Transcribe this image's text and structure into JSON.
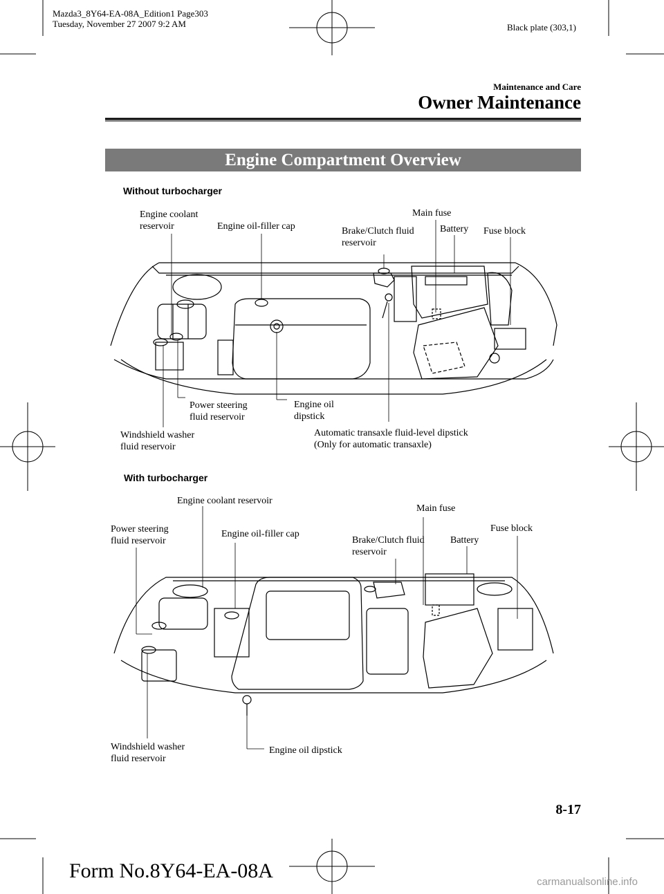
{
  "print_header": {
    "line1": "Mazda3_8Y64-EA-08A_Edition1 Page303",
    "line2": "Tuesday, November 27 2007 9:2 AM",
    "plate": "Black plate (303,1)"
  },
  "section": {
    "category": "Maintenance and Care",
    "title": "Owner Maintenance"
  },
  "banner": "Engine Compartment Overview",
  "diagram1": {
    "subtitle": "Without turbocharger",
    "labels": {
      "coolant": "Engine coolant\nreservoir",
      "oil_cap": "Engine oil-filler cap",
      "main_fuse": "Main fuse",
      "brake": "Brake/Clutch fluid\nreservoir",
      "battery": "Battery",
      "fuse_block": "Fuse block",
      "power_steering": "Power steering\nfluid reservoir",
      "dipstick": "Engine oil\ndipstick",
      "washer": "Windshield washer\nfluid reservoir",
      "atf": "Automatic transaxle fluid-level dipstick\n(Only for automatic transaxle)"
    }
  },
  "diagram2": {
    "subtitle": "With turbocharger",
    "labels": {
      "coolant": "Engine coolant reservoir",
      "main_fuse": "Main fuse",
      "power_steering": "Power steering\nfluid reservoir",
      "oil_cap": "Engine oil-filler cap",
      "fuse_block": "Fuse block",
      "brake": "Brake/Clutch fluid\nreservoir",
      "battery": "Battery",
      "washer": "Windshield washer\nfluid reservoir",
      "dipstick": "Engine oil dipstick"
    }
  },
  "page_number": "8-17",
  "form_number": "Form No.8Y64-EA-08A",
  "watermark": "carmanualsonline.info"
}
